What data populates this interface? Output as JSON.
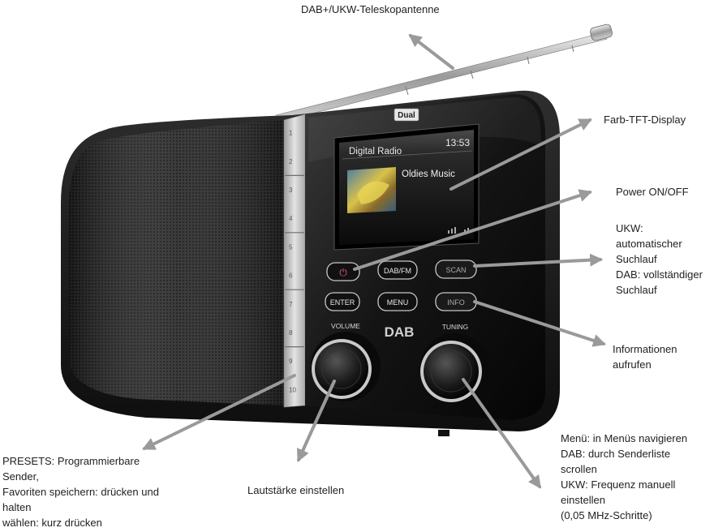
{
  "brand": "Dual",
  "labels": {
    "antenna": "DAB+/UKW-Teleskopantenne",
    "display": "Farb-TFT-Display",
    "power": "Power ON/OFF",
    "scan": [
      "UKW:",
      "automatischer",
      "Suchlauf",
      "DAB: vollständiger",
      "Suchlauf"
    ],
    "info": [
      "Informationen",
      "aufrufen"
    ],
    "tuning": [
      "Menü: in Menüs navigieren",
      "DAB: durch Senderliste",
      "scrollen",
      "UKW: Frequenz manuell",
      "einstellen",
      "(0,05 MHz-Schritte)"
    ],
    "volume": "Lautstärke einstellen",
    "presets": [
      "PRESETS: Programmierbare",
      "Sender,",
      "Favoriten speichern: drücken  und",
      "halten",
      "wählen: kurz drücken"
    ]
  },
  "screen": {
    "mode": "Digital Radio",
    "time": "13:53",
    "station": "Oldies Music"
  },
  "buttons": {
    "power_symbol": "⏻",
    "dabfm": "DAB/FM",
    "scan": "SCAN",
    "enter": "ENTER",
    "menu": "MENU",
    "info": "INFO"
  },
  "knobs": {
    "volume": "VOLUME",
    "tuning": "TUNING"
  },
  "dab_logo": "DAB",
  "presets": [
    "1",
    "2",
    "3",
    "4",
    "5",
    "6",
    "7",
    "8",
    "9",
    "10"
  ],
  "colors": {
    "arrow": "#9a9a9a",
    "body": "#1c1c1c",
    "silver": "#c9c9c9"
  }
}
